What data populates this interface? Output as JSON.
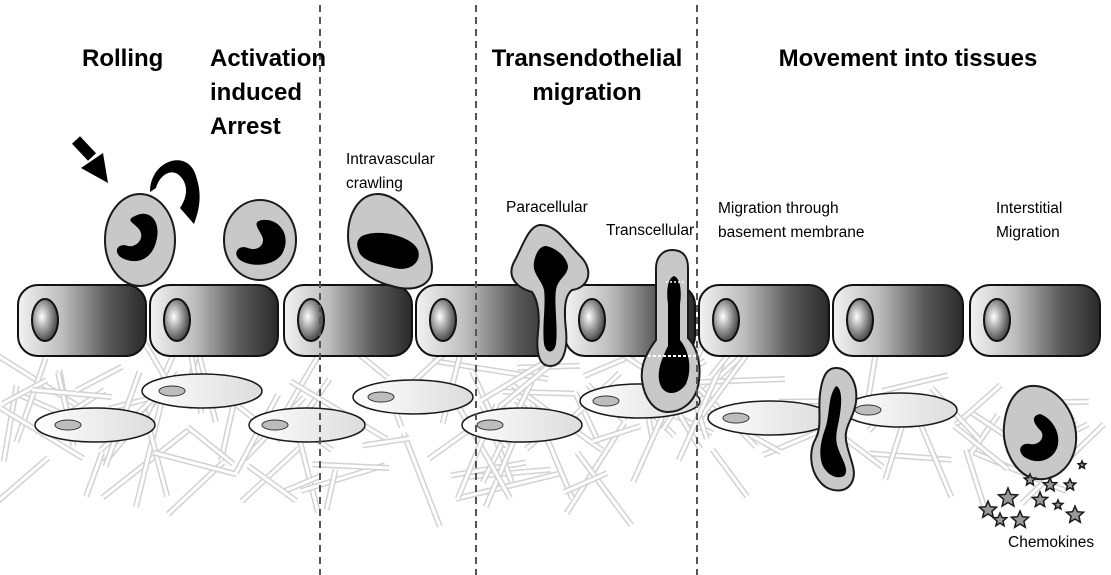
{
  "stages": {
    "rolling": "Rolling",
    "activation": [
      "Activation",
      "induced",
      "Arrest"
    ],
    "transendothelial": [
      "Transendothelial",
      "migration"
    ],
    "movement": "Movement into tissues"
  },
  "labels": {
    "intravascular": [
      "Intravascular",
      "crawling"
    ],
    "paracellular": "Paracellular",
    "transcellular": "Transcellular",
    "basement": [
      "Migration through",
      "basement membrane"
    ],
    "interstitial": [
      "Interstitial",
      "Migration"
    ],
    "chemokines": "Chemokines"
  },
  "colors": {
    "cell_fill": "#c8c8c8",
    "nucleus": "#000000",
    "outline": "#1a1a1a",
    "fiber": "#d2d2d2",
    "divider": "#555555"
  }
}
